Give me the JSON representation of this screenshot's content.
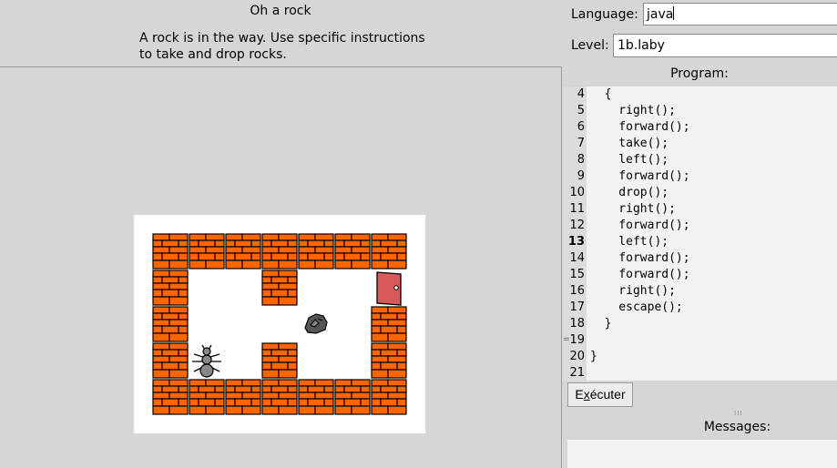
{
  "level": {
    "title": "Oh a rock",
    "description": [
      "A rock is in the way. Use specific instructions",
      "to take and drop rocks."
    ]
  },
  "maze": {
    "rows": [
      "WWWWWWW",
      "W..W..D",
      "W...r.W",
      "Wa.W..W",
      "WWWWWWW"
    ],
    "legend": {
      "W": "brick-wall",
      "D": "exit-door",
      "r": "rock",
      "a": "ant",
      ".": "empty"
    }
  },
  "language": {
    "label": "Language:",
    "value": "java"
  },
  "level_select": {
    "label": "Level:",
    "value": "1b.laby"
  },
  "program": {
    "label": "Program:",
    "current_line": 13,
    "lines": [
      {
        "n": "4",
        "code": "  {"
      },
      {
        "n": "5",
        "code": "    right();"
      },
      {
        "n": "6",
        "code": "    forward();"
      },
      {
        "n": "7",
        "code": "    take();"
      },
      {
        "n": "8",
        "code": "    left();"
      },
      {
        "n": "9",
        "code": "    forward();"
      },
      {
        "n": "10",
        "code": "    drop();"
      },
      {
        "n": "11",
        "code": "    right();"
      },
      {
        "n": "12",
        "code": "    forward();"
      },
      {
        "n": "13",
        "code": "    left();"
      },
      {
        "n": "14",
        "code": "    forward();"
      },
      {
        "n": "15",
        "code": "    forward();"
      },
      {
        "n": "16",
        "code": "    right();"
      },
      {
        "n": "17",
        "code": "    escape();"
      },
      {
        "n": "18",
        "code": "  }"
      },
      {
        "n": "19",
        "code": ""
      },
      {
        "n": "20",
        "code": "}"
      },
      {
        "n": "21",
        "code": ""
      }
    ]
  },
  "run_button": {
    "label": "Exécuter",
    "mnemonic": "x"
  },
  "messages": {
    "label": "Messages:",
    "text": ""
  },
  "colors": {
    "brick": "#ff6600",
    "brick_line": "#000000",
    "door": "#d65a5a",
    "background": "#d6d6d6",
    "editor_bg": "#f2f2f2",
    "gutter_bg": "#dcdcdc"
  }
}
